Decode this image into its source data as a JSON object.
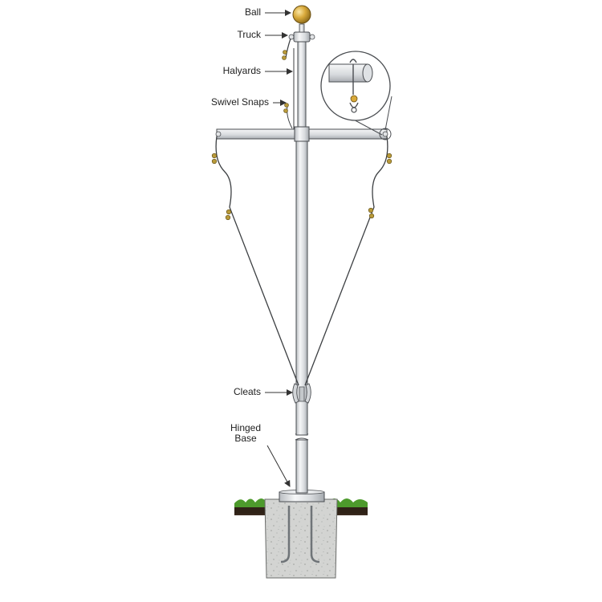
{
  "labels": {
    "ball": "Ball",
    "truck": "Truck",
    "halyards": "Halyards",
    "swivel_snaps": "Swivel Snaps",
    "cleats": "Cleats",
    "hinged_base_line1": "Hinged",
    "hinged_base_line2": "Base"
  },
  "colors": {
    "pole_light": "#f4f5f6",
    "pole_mid": "#d3d6d9",
    "pole_dark": "#a5aaaf",
    "outline": "#4a4d51",
    "ball": "#d8a93a",
    "concrete": "#cfd0ce",
    "grass": "#4d9a2c",
    "soil": "#3a2a1e"
  }
}
